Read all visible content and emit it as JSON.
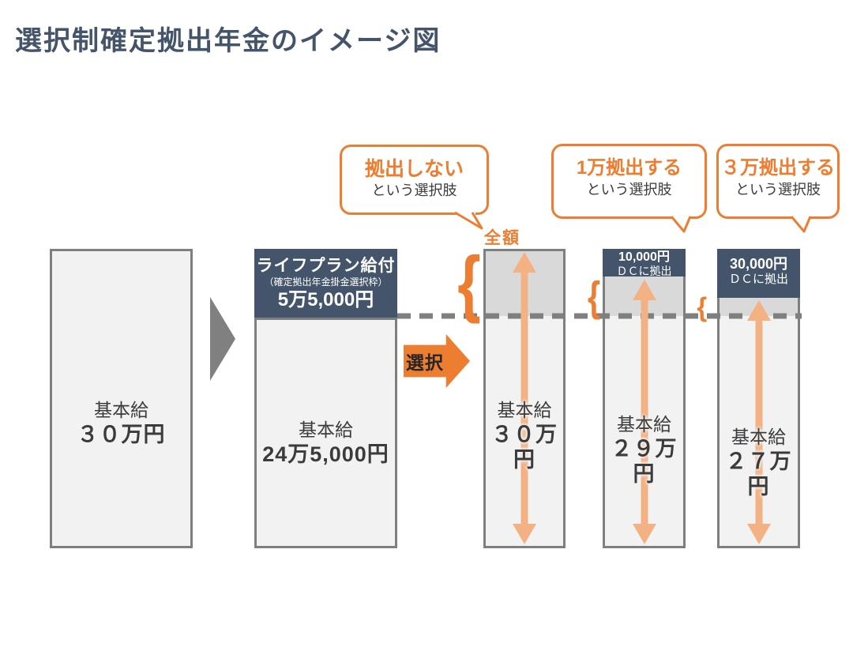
{
  "title": "選択制確定拠出年金のイメージ図",
  "colors": {
    "navy": "#44546A",
    "orange": "#ED7D31",
    "light_orange": "#F4B183",
    "bar_fill": "#F2F2F2",
    "allowance_fill": "#D9D9D9",
    "border_gray": "#7F7F7F",
    "dash_gray": "#808080"
  },
  "icons": {
    "brace": "{"
  },
  "bubbles": [
    {
      "title": "拠出しない",
      "subtitle": "という選択肢"
    },
    {
      "title": "1万拠出する",
      "subtitle": "という選択肢"
    },
    {
      "title": "３万拠出する",
      "subtitle": "という選択肢"
    }
  ],
  "before_bar": {
    "label": "基本給",
    "amount": "３０万円"
  },
  "split_bar": {
    "header": {
      "title": "ライフプラン給付",
      "caption": "（確定拠出年金掛金選択枠）",
      "amount": "5万5,000円"
    },
    "label": "基本給",
    "amount": "24万5,000円"
  },
  "select_arrow": "選択",
  "full_amount_label": "全額",
  "option_bars": [
    {
      "label": "基本給",
      "amount": "３０万円"
    },
    {
      "dc_amount": "10,000円",
      "dc_target": "ＤＣに拠出",
      "label": "基本給",
      "amount": "２９万円"
    },
    {
      "dc_amount": "30,000円",
      "dc_target": "ＤＣに拠出",
      "label": "基本給",
      "amount": "２７万円"
    }
  ]
}
